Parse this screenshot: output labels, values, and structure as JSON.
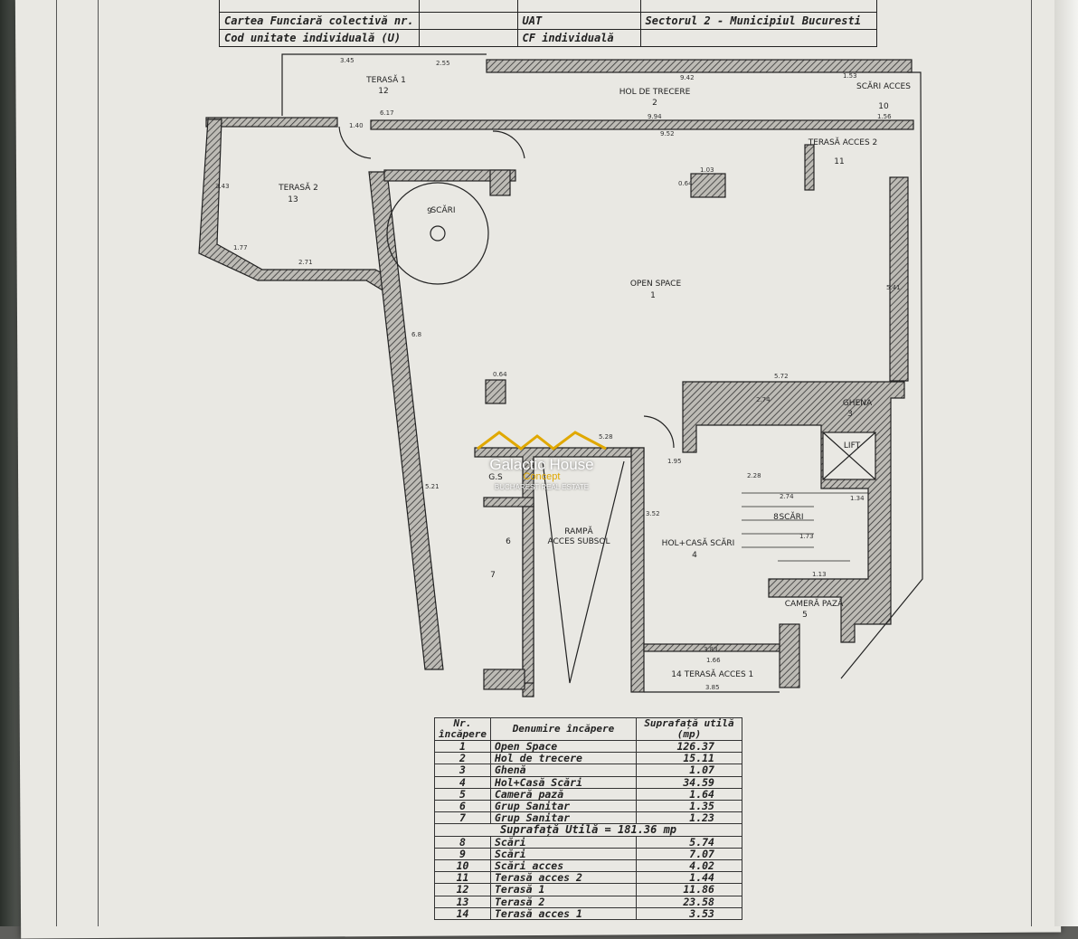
{
  "header_rows": [
    {
      "left_label": "",
      "left_value": "",
      "mid_label": "",
      "right_value": ""
    },
    {
      "left_label": "Cartea Funciară colectivă nr.",
      "left_value": "",
      "mid_label": "UAT",
      "right_value": "Sectorul 2 - Municipiul Bucuresti"
    },
    {
      "left_label": "Cod unitate individuală (U)",
      "left_value": "",
      "mid_label": "CF individuală",
      "right_value": ""
    }
  ],
  "plan": {
    "rooms": {
      "r1": "OPEN SPACE",
      "n1": "1",
      "r2": "HOL DE TRECERE",
      "n2": "2",
      "r3": "GHENA",
      "n3": "3",
      "r4": "HOL+CASĂ SCĂRI",
      "n4": "4",
      "r5": "CAMERĂ PAZĂ",
      "n5": "5",
      "r6": "G.S",
      "n6": "6",
      "n7": "7",
      "r8": "SCĂRI",
      "n8": "8",
      "r9": "SCĂRI",
      "n9": "9",
      "r10": "SCĂRI ACCES",
      "n10": "10",
      "r11": "TERASĂ ACCES 2",
      "n11": "11",
      "r12": "TERASĂ 1",
      "n12": "12",
      "r13": "TERASĂ 2",
      "n13": "13",
      "r14": "TERASĂ ACCES 1",
      "n14": "14",
      "lift": "LIFT",
      "ramp1": "RAMPĂ",
      "ramp2": "ACCES SUBSOL"
    },
    "dims": [
      "3.45",
      "2.55",
      "9.42",
      "1.53",
      "6.17",
      "1.40",
      "9.94",
      "9.52",
      "1.56",
      "1.03",
      "0.64",
      "3.43",
      "1.77",
      "2.71",
      "5.72",
      "2.74",
      "5.28",
      "1.95",
      "2.28",
      "2.74",
      "1.34",
      "3.52",
      "1.73",
      "1.13",
      "3.83",
      "1.66",
      "3.85",
      "0.64",
      "5.41",
      "6.8",
      "5.21"
    ]
  },
  "logo": {
    "title": "Galactic House",
    "sub1": "Concept",
    "sub2": "BUCHAREST REAL ESTATE"
  },
  "table": {
    "headers": {
      "nr": "Nr. încăpere",
      "name": "Denumire încăpere",
      "area": "Suprafață utilă (mp)"
    },
    "rows_a": [
      {
        "nr": "1",
        "name": "Open Space",
        "area": "126.37"
      },
      {
        "nr": "2",
        "name": "Hol de trecere",
        "area": "15.11"
      },
      {
        "nr": "3",
        "name": "Ghenă",
        "area": "1.07"
      },
      {
        "nr": "4",
        "name": "Hol+Casă Scări",
        "area": "34.59"
      },
      {
        "nr": "5",
        "name": "Cameră pază",
        "area": "1.64"
      },
      {
        "nr": "6",
        "name": "Grup Sanitar",
        "area": "1.35"
      },
      {
        "nr": "7",
        "name": "Grup Sanitar",
        "area": "1.23"
      }
    ],
    "summary": "Suprafață Utilă = 181.36 mp",
    "rows_b": [
      {
        "nr": "8",
        "name": "Scări",
        "area": "5.74"
      },
      {
        "nr": "9",
        "name": "Scări",
        "area": "7.07"
      },
      {
        "nr": "10",
        "name": "Scări acces",
        "area": "4.02"
      },
      {
        "nr": "11",
        "name": "Terasă acces 2",
        "area": "1.44"
      },
      {
        "nr": "12",
        "name": "Terasă 1",
        "area": "11.86"
      },
      {
        "nr": "13",
        "name": "Terasă 2",
        "area": "23.58"
      },
      {
        "nr": "14",
        "name": "Terasă acces 1",
        "area": "3.53"
      }
    ]
  }
}
